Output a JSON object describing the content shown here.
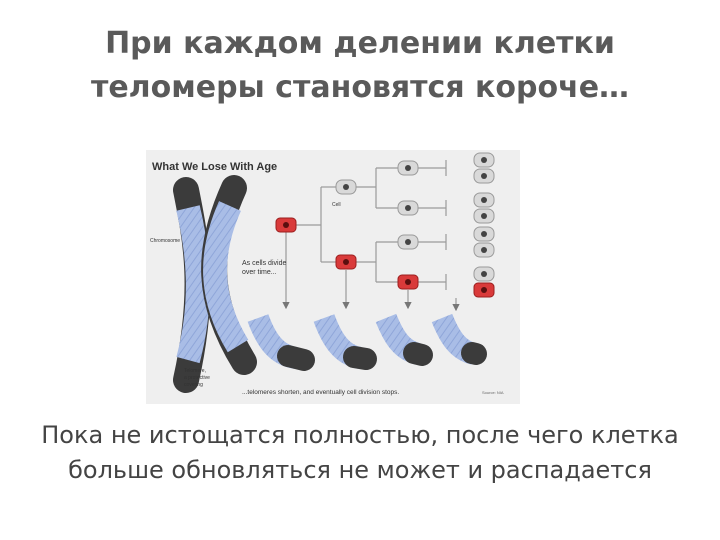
{
  "slide": {
    "title_line1": "При каждом делении клетки",
    "title_line2": "теломеры становятся короче…",
    "body_line1": "Пока не истощатся полностью, после чего клетка",
    "body_line2": "больше обновляться не может и распадается"
  },
  "figure": {
    "heading": "What We Lose With Age",
    "label_chromosome": "Chromosome",
    "label_cell": "Cell",
    "label_divide_1": "As cells divide",
    "label_divide_2": "over time...",
    "label_telomere_1": "Telomere,",
    "label_telomere_2": "a protective",
    "label_telomere_3": "covering",
    "caption": "...telomeres shorten, and eventually cell division stops.",
    "source": "Source: NIA"
  },
  "colors": {
    "title": "#5a5a5a",
    "body": "#444444",
    "chromosome_fill": "#a9bde6",
    "chromosome_dark": "#3b3b3b",
    "cell_red": "#d93a3a",
    "cell_grey": "#d9d9d9",
    "figure_bg": "#efefef"
  }
}
